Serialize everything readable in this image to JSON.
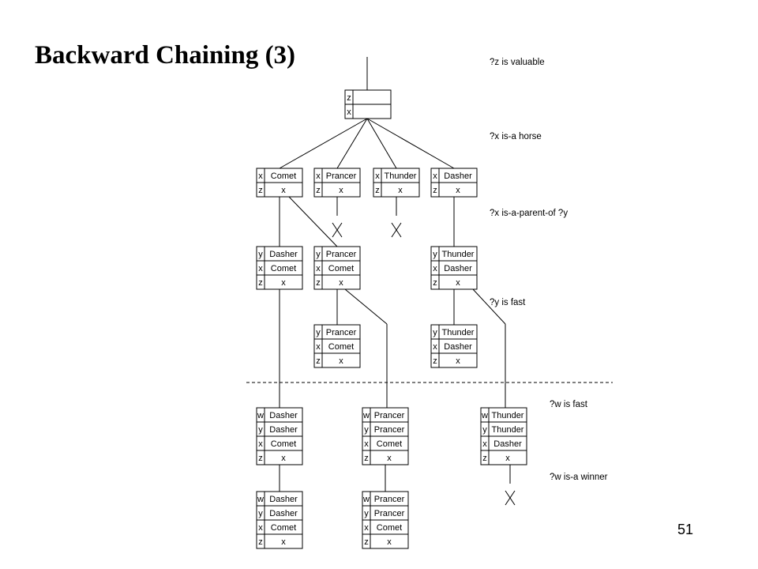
{
  "title": "Backward Chaining (3)",
  "page_number": "51",
  "rule_labels": [
    "?z is valuable",
    "?x is-a horse",
    "?x is-a-parent-of ?y",
    "?y is fast",
    "?w is fast",
    "?w is-a winner"
  ],
  "root": [
    [
      "z",
      "x"
    ]
  ],
  "level1": [
    [
      [
        "x",
        "Comet"
      ],
      [
        "z",
        "x"
      ]
    ],
    [
      [
        "x",
        "Prancer"
      ],
      [
        "z",
        "x"
      ]
    ],
    [
      [
        "x",
        "Thunder"
      ],
      [
        "z",
        "x"
      ]
    ],
    [
      [
        "x",
        "Dasher"
      ],
      [
        "z",
        "x"
      ]
    ]
  ],
  "level2": [
    [
      [
        "y",
        "Dasher"
      ],
      [
        "x",
        "Comet"
      ],
      [
        "z",
        "x"
      ]
    ],
    [
      [
        "y",
        "Prancer"
      ],
      [
        "x",
        "Comet"
      ],
      [
        "z",
        "x"
      ]
    ],
    [
      [
        "y",
        "Thunder"
      ],
      [
        "x",
        "Dasher"
      ],
      [
        "z",
        "x"
      ]
    ]
  ],
  "level3": [
    [
      [
        "y",
        "Prancer"
      ],
      [
        "x",
        "Comet"
      ],
      [
        "z",
        "x"
      ]
    ],
    [
      [
        "y",
        "Thunder"
      ],
      [
        "x",
        "Dasher"
      ],
      [
        "z",
        "x"
      ]
    ]
  ],
  "level4": [
    [
      [
        "w",
        "Dasher"
      ],
      [
        "y",
        "Dasher"
      ],
      [
        "x",
        "Comet"
      ],
      [
        "z",
        "x"
      ]
    ],
    [
      [
        "w",
        "Prancer"
      ],
      [
        "y",
        "Prancer"
      ],
      [
        "x",
        "Comet"
      ],
      [
        "z",
        "x"
      ]
    ],
    [
      [
        "w",
        "Thunder"
      ],
      [
        "y",
        "Thunder"
      ],
      [
        "x",
        "Dasher"
      ],
      [
        "z",
        "x"
      ]
    ]
  ],
  "level5": [
    [
      [
        "w",
        "Dasher"
      ],
      [
        "y",
        "Dasher"
      ],
      [
        "x",
        "Comet"
      ],
      [
        "z",
        "x"
      ]
    ],
    [
      [
        "w",
        "Prancer"
      ],
      [
        "y",
        "Prancer"
      ],
      [
        "x",
        "Comet"
      ],
      [
        "z",
        "x"
      ]
    ]
  ]
}
